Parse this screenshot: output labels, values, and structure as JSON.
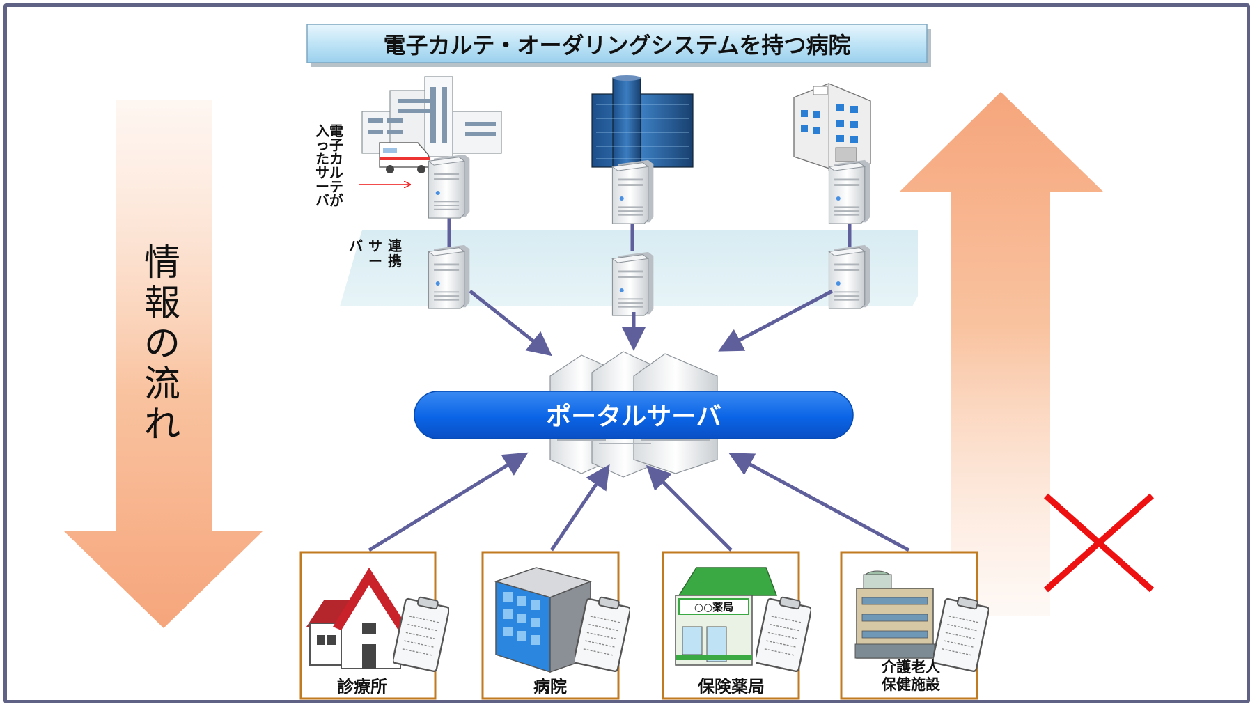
{
  "title": "電子カルテ・オーダリングシステムを持つ病院",
  "ehr_server_label": "電子カルテが入ったサーバ",
  "link_server_label": "連携サーバ",
  "portal_label": "ポータルサーバ",
  "flow_label": "情報の流れ",
  "facilities": [
    {
      "label": "診療所"
    },
    {
      "label": "病院"
    },
    {
      "label": "保険薬局"
    },
    {
      "label": "介護老人保健施設"
    }
  ],
  "pharmacy_sign": "○○薬局",
  "colors": {
    "frame": "#5f6284",
    "connector": "#5f5f9b",
    "portal": "#0a64e6",
    "flow_arrow": "#f6a57b",
    "cross": "#ee1111",
    "card_border": "#c07a20"
  },
  "blocked_flow_icon": "cross-mark-icon"
}
